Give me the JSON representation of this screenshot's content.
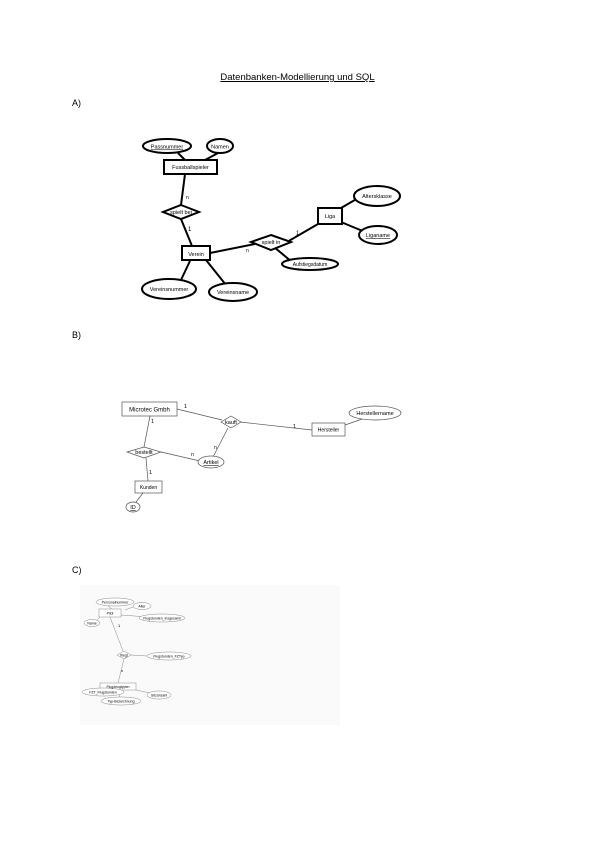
{
  "title": "Datenbanken-Modellierung und SQL",
  "sections": {
    "a": {
      "label": "A)",
      "entities": [
        "Fussballspieler",
        "Verein",
        "Liga"
      ],
      "attributes": [
        "Passnummer",
        "Namen",
        "Altersklasse",
        "Liganame",
        "Vereinsnummer",
        "Vereinsname",
        "Aufstiegsdatum"
      ],
      "relations": [
        "spielt bei",
        "spielt in"
      ],
      "cardinalities": [
        "n",
        "1",
        "1",
        "n"
      ]
    },
    "b": {
      "label": "B)",
      "entities": [
        "Microtec Gmbh",
        "Hersteller",
        "Kunden"
      ],
      "attributes": [
        "Herstellername",
        "Artikel",
        "ID"
      ],
      "relations": [
        "kauft",
        "bestellt"
      ],
      "cardinalities": [
        "1",
        "1",
        "n",
        "1",
        "n",
        "1"
      ]
    },
    "c": {
      "label": "C)",
      "entities": [
        "Pilot",
        "Flugzeugtypen"
      ],
      "attributes": [
        "Personalnummer",
        "Alter",
        "Name",
        "Flugstunden_insgesamt",
        "Flugstunden_FZTyp",
        "FZT_Flugstunden",
        "Sitzanzahl",
        "Typ-Bezeichnung"
      ],
      "relations": [
        "fliegt"
      ],
      "cardinalities": [
        "1",
        "n"
      ]
    }
  }
}
